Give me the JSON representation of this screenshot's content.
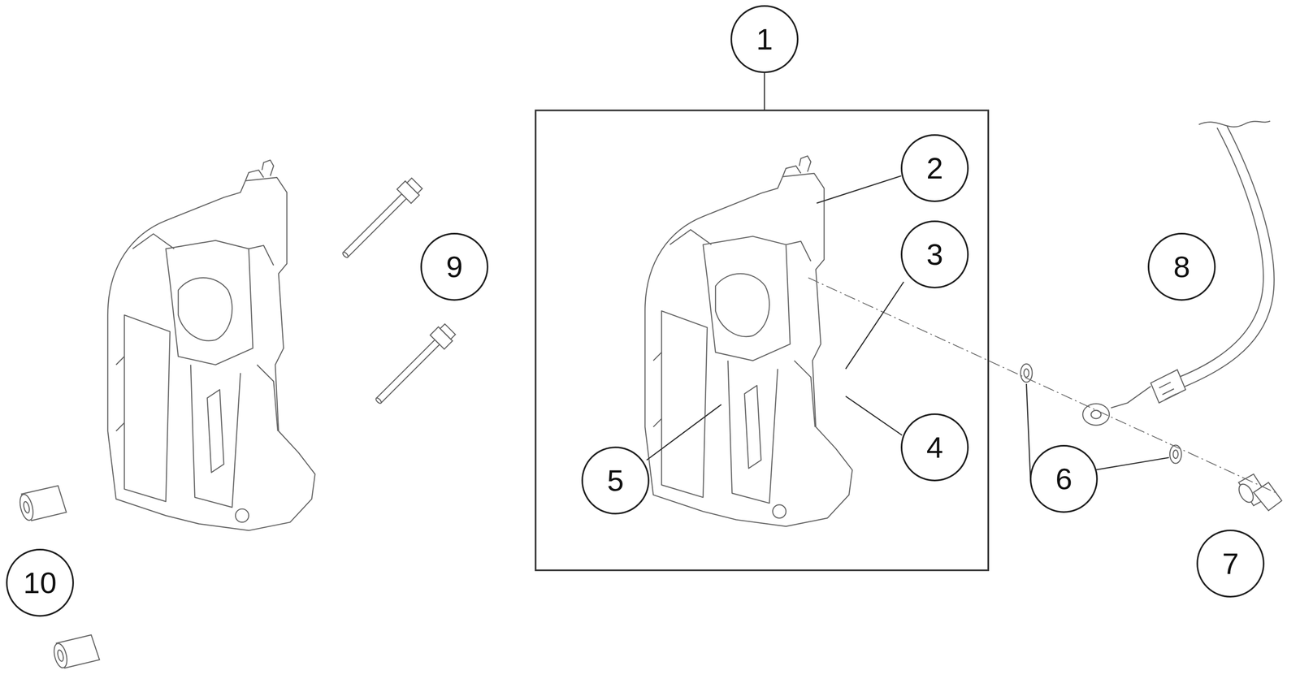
{
  "diagram": {
    "nodes": [
      {
        "text": [
          "1"
        ]
      },
      {
        "text": [
          "2"
        ]
      },
      {
        "text": [
          "3"
        ]
      },
      {
        "text": [
          "4"
        ]
      },
      {
        "text": [
          "5"
        ]
      },
      {
        "text": [
          "6"
        ]
      },
      {
        "text": [
          "7"
        ]
      },
      {
        "text": [
          "8"
        ]
      },
      {
        "text": [
          "9"
        ]
      },
      {
        "text": [
          "10"
        ]
      }
    ]
  }
}
